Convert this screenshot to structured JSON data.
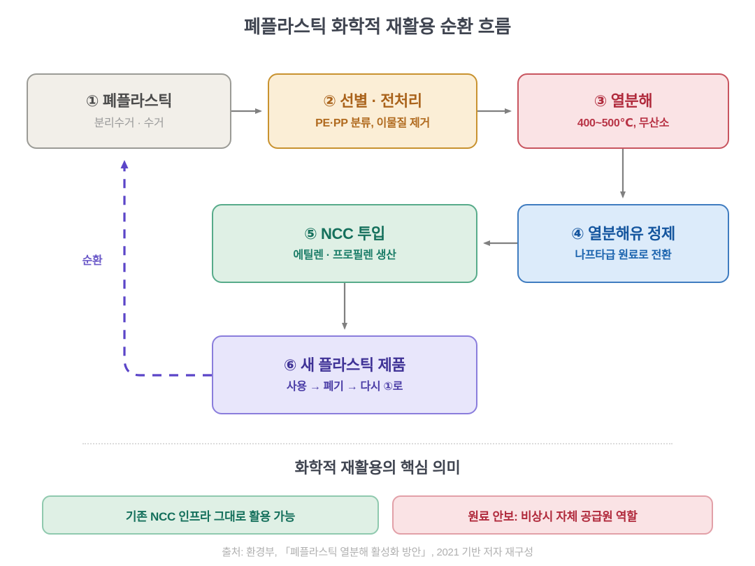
{
  "title": "폐플라스틱 화학적 재활용 순환 흐름",
  "flow": {
    "nodes": [
      {
        "id": "1",
        "title": "① 폐플라스틱",
        "subtitle": "분리수거 · 수거",
        "theme": "gray",
        "accent": "#4b4b4b",
        "fill": "#f2efe9",
        "border": "#9b9b96"
      },
      {
        "id": "2",
        "title": "② 선별 · 전처리",
        "subtitle": "PE·PP 분류, 이물질 제거",
        "theme": "orange",
        "accent": "#a9621a",
        "fill": "#fbeed6",
        "border": "#c8922f"
      },
      {
        "id": "3",
        "title": "③ 열분해",
        "subtitle": "400~500℃, 무산소",
        "theme": "pink",
        "accent": "#b02a3c",
        "fill": "#fae3e5",
        "border": "#c8555f"
      },
      {
        "id": "4",
        "title": "④ 열분해유 정제",
        "subtitle": "나프타급 원료로 전환",
        "theme": "blue",
        "accent": "#14559e",
        "fill": "#dcebfa",
        "border": "#3f7cc0"
      },
      {
        "id": "5",
        "title": "⑤ NCC 투입",
        "subtitle": "에틸렌 · 프로필렌 생산",
        "theme": "green",
        "accent": "#15705c",
        "fill": "#dff0e5",
        "border": "#57ab8a"
      },
      {
        "id": "6",
        "title": "⑥ 새 플라스틱 제품",
        "subtitle": "사용 → 폐기 → 다시 ①로",
        "theme": "purple",
        "accent": "#3f3296",
        "fill": "#e8e6fb",
        "border": "#8a7ddc"
      }
    ],
    "cycle_label": "순환",
    "arrow_color": "#808080",
    "cycle_arrow_color": "#5b45c8"
  },
  "section": {
    "subtitle": "화학적 재활용의 핵심 의미",
    "points": [
      {
        "label": "기존 NCC 인프라 그대로 활용 가능",
        "theme": "green"
      },
      {
        "label": "원료 안보: 비상시 자체 공급원 역할",
        "theme": "pink"
      }
    ]
  },
  "footer": {
    "source": "출처: 환경부, 「폐플라스틱 열분해 활성화 방안」, 2021 기반 저자 재구성"
  }
}
